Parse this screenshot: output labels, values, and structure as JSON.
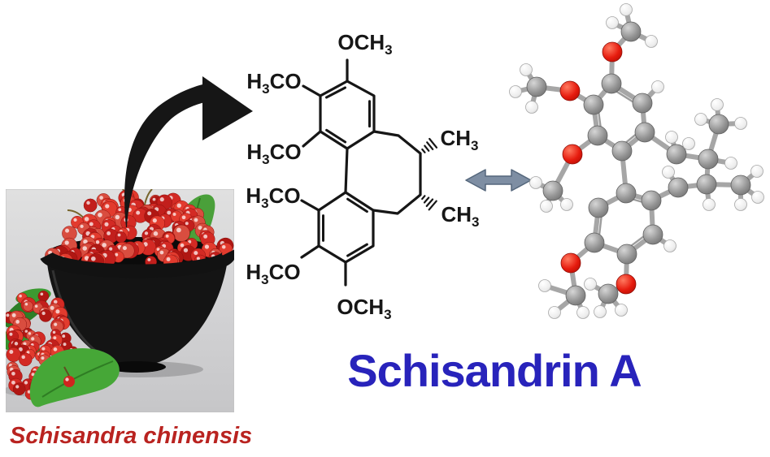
{
  "figure": {
    "species_label": "Schisandra chinensis",
    "species_color": "#b92320",
    "compound_label": "Schisandrin A",
    "compound_color": "#2823bb"
  },
  "structure2d": {
    "line_color": "#161616",
    "labels": {
      "och3": {
        "pre": "OCH",
        "sub": "3"
      },
      "h3co": {
        "h": "H",
        "sub": "3",
        "co": "CO"
      },
      "ch3": {
        "pre": "CH",
        "sub": "3"
      }
    }
  },
  "arrows": {
    "photo_to_structure": {
      "type": "curved-arrow",
      "color": "#161616"
    },
    "structure_to_model": {
      "type": "double-headed-arrow",
      "color": "#7e8ea3",
      "outline": "#55677c"
    }
  },
  "photo": {
    "description": "Schisandra chinensis red berries in a black bowl with green leaves on a gray table",
    "background_top": "#dedede",
    "background_bottom": "#c7c7c9",
    "bowl_color": "#141414",
    "leaf_color": "#46a737",
    "berry_palette": [
      "#c21f1c",
      "#d32a24",
      "#e23b2e",
      "#b01713",
      "#d94d3f"
    ]
  },
  "molecule3d": {
    "carbon_color": "#8f8f8f",
    "hydrogen_color": "#f0f0f0",
    "oxygen_color": "#e3170d",
    "bond_color": "#a6a6a6",
    "atom_radius": {
      "C": 12,
      "O": 12,
      "H": 7.5
    },
    "ring_centers": {
      "A": [
        761,
        146
      ],
      "B": [
        768,
        274
      ]
    },
    "atoms": [
      [
        "H",
        770,
        12
      ],
      [
        "H",
        753,
        28
      ],
      [
        "H",
        801,
        51
      ],
      [
        "C",
        776,
        39
      ],
      [
        "O",
        753,
        64
      ],
      [
        "H",
        647,
        86
      ],
      [
        "H",
        634,
        113
      ],
      [
        "H",
        654,
        132
      ],
      [
        "C",
        660,
        107
      ],
      [
        "O",
        701,
        112
      ],
      [
        "C",
        752,
        103
      ],
      [
        "C",
        730,
        129
      ],
      [
        "C",
        735,
        167
      ],
      [
        "C",
        765,
        186
      ],
      [
        "C",
        790,
        127
      ],
      [
        "C",
        793,
        163
      ],
      [
        "H",
        809,
        107
      ],
      [
        "O",
        704,
        190
      ],
      [
        "C",
        680,
        235
      ],
      [
        "H",
        659,
        225
      ],
      [
        "H",
        672,
        254
      ],
      [
        "H",
        697,
        252
      ],
      [
        "C",
        770,
        238
      ],
      [
        "C",
        736,
        256
      ],
      [
        "C",
        731,
        299
      ],
      [
        "C",
        771,
        313
      ],
      [
        "C",
        803,
        289
      ],
      [
        "C",
        801,
        247
      ],
      [
        "H",
        824,
        303
      ],
      [
        "O",
        702,
        324
      ],
      [
        "C",
        708,
        364
      ],
      [
        "H",
        670,
        352
      ],
      [
        "H",
        682,
        385
      ],
      [
        "H",
        717,
        385
      ],
      [
        "O",
        770,
        350
      ],
      [
        "C",
        748,
        362
      ],
      [
        "H",
        726,
        350
      ],
      [
        "H",
        738,
        384
      ],
      [
        "H",
        764,
        382
      ],
      [
        "C",
        832,
        190
      ],
      [
        "H",
        826,
        169
      ],
      [
        "H",
        847,
        177
      ],
      [
        "C",
        871,
        196
      ],
      [
        "H",
        899,
        201
      ],
      [
        "C",
        884,
        153
      ],
      [
        "H",
        882,
        129
      ],
      [
        "H",
        862,
        147
      ],
      [
        "H",
        911,
        152
      ],
      [
        "C",
        869,
        227
      ],
      [
        "H",
        872,
        252
      ],
      [
        "C",
        911,
        228
      ],
      [
        "H",
        931,
        211
      ],
      [
        "H",
        932,
        243
      ],
      [
        "H",
        911,
        252
      ],
      [
        "C",
        834,
        231
      ],
      [
        "H",
        822,
        212
      ]
    ],
    "bonds": [
      [
        3,
        0
      ],
      [
        3,
        1
      ],
      [
        3,
        2
      ],
      [
        3,
        4
      ],
      [
        4,
        10
      ],
      [
        8,
        5
      ],
      [
        8,
        6
      ],
      [
        8,
        7
      ],
      [
        8,
        9
      ],
      [
        9,
        11
      ],
      [
        10,
        11
      ],
      [
        11,
        12
      ],
      [
        12,
        13
      ],
      [
        13,
        15
      ],
      [
        15,
        14
      ],
      [
        14,
        10
      ],
      [
        14,
        16
      ],
      [
        12,
        17
      ],
      [
        17,
        18
      ],
      [
        18,
        19
      ],
      [
        18,
        20
      ],
      [
        18,
        21
      ],
      [
        13,
        22
      ],
      [
        22,
        23
      ],
      [
        23,
        24
      ],
      [
        24,
        25
      ],
      [
        25,
        26
      ],
      [
        26,
        27
      ],
      [
        27,
        22
      ],
      [
        26,
        28
      ],
      [
        24,
        29
      ],
      [
        29,
        30
      ],
      [
        30,
        31
      ],
      [
        30,
        32
      ],
      [
        30,
        33
      ],
      [
        25,
        34
      ],
      [
        34,
        35
      ],
      [
        35,
        36
      ],
      [
        35,
        37
      ],
      [
        35,
        38
      ],
      [
        15,
        39
      ],
      [
        39,
        40
      ],
      [
        39,
        41
      ],
      [
        39,
        42
      ],
      [
        42,
        43
      ],
      [
        42,
        44
      ],
      [
        44,
        45
      ],
      [
        44,
        46
      ],
      [
        44,
        47
      ],
      [
        42,
        48
      ],
      [
        48,
        49
      ],
      [
        48,
        50
      ],
      [
        50,
        51
      ],
      [
        50,
        52
      ],
      [
        50,
        53
      ],
      [
        48,
        54
      ],
      [
        54,
        55
      ],
      [
        54,
        27
      ]
    ],
    "double_bonds": [
      [
        11,
        12,
        "A"
      ],
      [
        13,
        15,
        "A"
      ],
      [
        14,
        10,
        "A"
      ],
      [
        23,
        24,
        "B"
      ],
      [
        25,
        26,
        "B"
      ],
      [
        27,
        22,
        "B"
      ]
    ]
  }
}
